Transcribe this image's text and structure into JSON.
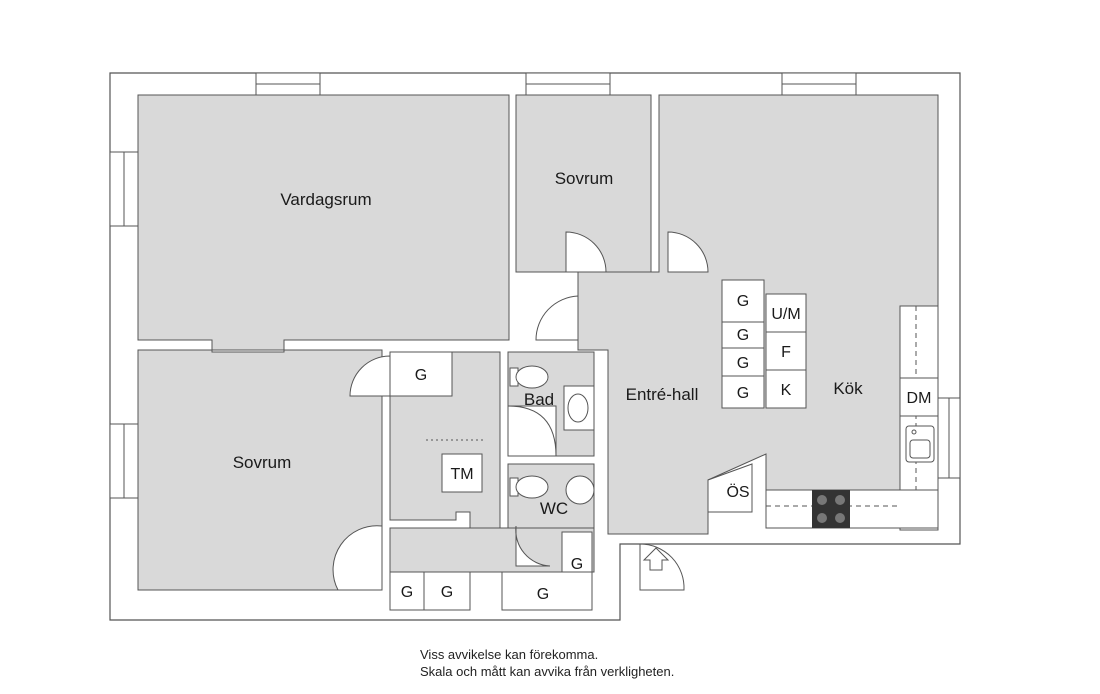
{
  "rooms": {
    "living_room": "Vardagsrum",
    "bedroom_top": "Sovrum",
    "bedroom_left": "Sovrum",
    "entrance_hall": "Entré-hall",
    "kitchen": "Kök",
    "bathroom": "Bad",
    "wc": "WC"
  },
  "fixtures": {
    "wardrobe": "G",
    "fridge_freezer": "U/M",
    "fridge": "F",
    "freezer": "K",
    "dishwasher": "DM",
    "dryer": "TM",
    "coat_rack": "ÖS"
  },
  "disclaimer": {
    "line1": "Viss avvikelse kan förekomma.",
    "line2": "Skala och mått kan avvika från verkligheten."
  },
  "colors": {
    "floor": "#d9d9d9",
    "wall": "#ffffff",
    "line": "#555555"
  }
}
